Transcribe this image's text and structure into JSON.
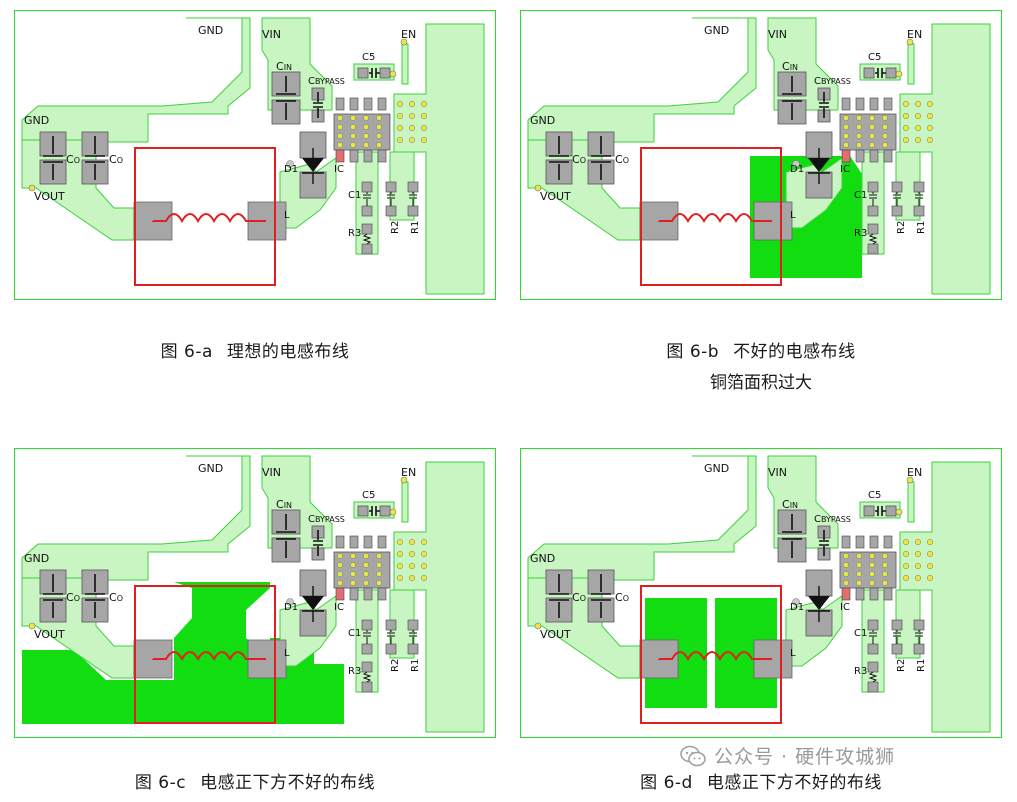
{
  "board": {
    "labels": {
      "gnd_top": "GND",
      "gnd_left": "GND",
      "vin": "VIN",
      "en": "EN",
      "vout": "VOUT",
      "cin_c": "C",
      "cin_sub": "IN",
      "cbypass_c": "C",
      "cbypass_sub": "BYPASS",
      "c5": "C5",
      "co1_c": "C",
      "co1_sub": "O",
      "co2_c": "C",
      "co2_sub": "O",
      "d1": "D1",
      "ic": "IC",
      "c1": "C1",
      "r3": "R3",
      "r2": "R2",
      "r1": "R1",
      "l": "L"
    },
    "colors": {
      "trace": "#c8f5c2",
      "outline": "#3ed13e",
      "copper_error": "#11dd11",
      "pad": "#a6a6a6",
      "highlight_box": "#e02020",
      "inductor_coil": "#e02020"
    }
  },
  "panels": [
    {
      "id": "a",
      "caption_prefix": "图 6-a",
      "caption_text": "理想的电感布线",
      "subcaption": ""
    },
    {
      "id": "b",
      "caption_prefix": "图 6-b",
      "caption_text": "不好的电感布线",
      "subcaption": "铜箔面积过大"
    },
    {
      "id": "c",
      "caption_prefix": "图 6-c",
      "caption_text": "电感正下方不好的布线",
      "subcaption": ""
    },
    {
      "id": "d",
      "caption_prefix": "图 6-d",
      "caption_text": "电感正下方不好的布线",
      "subcaption": ""
    }
  ],
  "watermark": {
    "text": "公众号 · 硬件攻城狮",
    "icon": "wechat-icon"
  }
}
